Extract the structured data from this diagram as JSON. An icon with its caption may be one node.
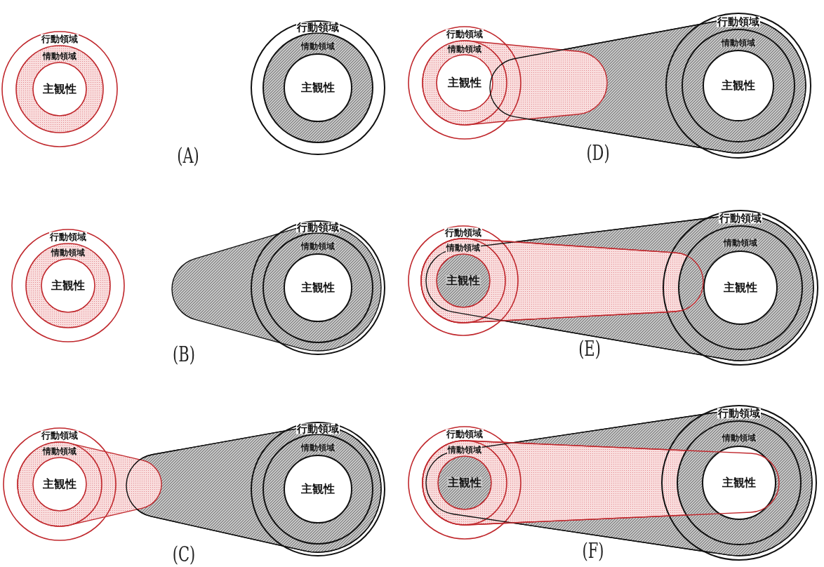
{
  "diagram": {
    "nodes": [
      {
        "text": [
          "行動領域"
        ]
      },
      {
        "text": [
          "情動領域"
        ],
        "in": 0
      },
      {
        "text": [
          "主観性"
        ],
        "in": 1
      },
      {
        "text": [
          "行動領域"
        ]
      },
      {
        "text": [
          "情動領域"
        ],
        "in": 3
      },
      {
        "text": [
          "主観性"
        ],
        "in": 4
      },
      {
        "text": [
          "行動領域"
        ]
      },
      {
        "text": [
          "情動領域"
        ],
        "in": 6
      },
      {
        "text": [
          "主観性"
        ],
        "in": 7
      },
      {
        "text": [
          "行動領域"
        ]
      },
      {
        "text": [
          "情動領域"
        ],
        "in": 9
      },
      {
        "text": [
          "主観性"
        ],
        "in": 10
      },
      {
        "text": [
          "行動領域"
        ]
      },
      {
        "text": [
          "情動領域"
        ],
        "in": 12
      },
      {
        "text": [
          "主観性"
        ],
        "in": 13
      },
      {
        "text": [
          "行動領域"
        ]
      },
      {
        "text": [
          "情動領域"
        ],
        "in": 15
      },
      {
        "text": [
          "主観性"
        ],
        "in": 16
      },
      {
        "text": [
          "行動領域"
        ]
      },
      {
        "text": [
          "情動領域"
        ],
        "in": 18
      },
      {
        "text": [
          "主観性"
        ],
        "in": 19
      },
      {
        "text": [
          "行動領域"
        ]
      },
      {
        "text": [
          "情動領域"
        ],
        "in": 21
      },
      {
        "text": [
          "主観性"
        ],
        "in": 22
      },
      {
        "text": [
          "行動領域"
        ]
      },
      {
        "text": [
          "情動領域"
        ],
        "in": 24
      },
      {
        "text": [
          "主観性"
        ],
        "in": 25
      },
      {
        "text": [
          "行動領域"
        ]
      },
      {
        "text": [
          "情動領域"
        ],
        "in": 27
      },
      {
        "text": [
          "主観性"
        ],
        "in": 28
      },
      {
        "text": [
          "行動領域"
        ]
      },
      {
        "text": [
          "情動領域"
        ],
        "in": 30
      },
      {
        "text": [
          "主観性"
        ],
        "in": 31
      },
      {
        "text": [
          "行動領域"
        ]
      },
      {
        "text": [
          "情動領域"
        ],
        "in": 33
      },
      {
        "text": [
          "主観性"
        ],
        "in": 34
      }
    ],
    "labels": [
      "(A)",
      "(D)",
      "(B)",
      "(E)",
      "(C)",
      "(F)"
    ]
  }
}
